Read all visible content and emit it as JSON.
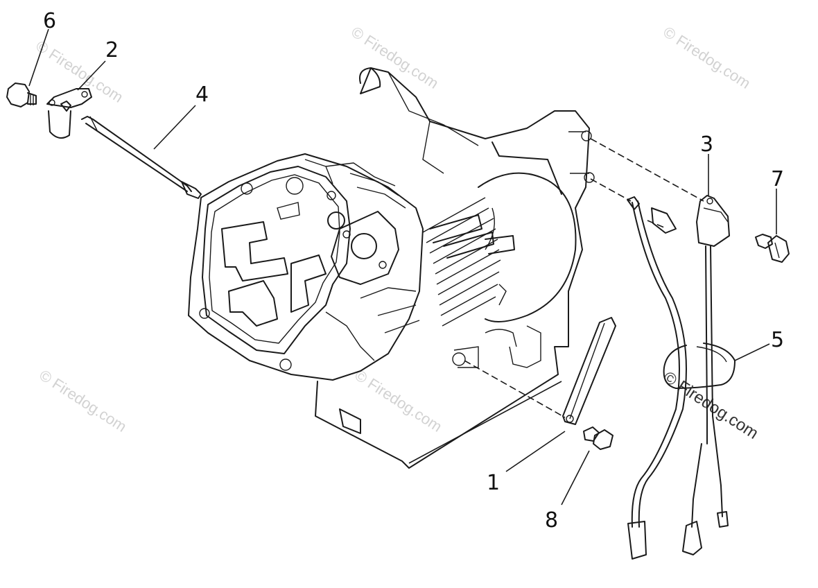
{
  "callouts": {
    "c1": "1",
    "c2": "2",
    "c3": "3",
    "c4": "4",
    "c5": "5",
    "c6": "6",
    "c7": "7",
    "c8": "8"
  },
  "watermarks": {
    "w1": "© Firedog.com",
    "w2": "© Firedog.com",
    "w3": "© Firedog.com",
    "w4": "© Firedog.com",
    "w5": "© Firedog.com",
    "w6": "© Firedog.com"
  }
}
